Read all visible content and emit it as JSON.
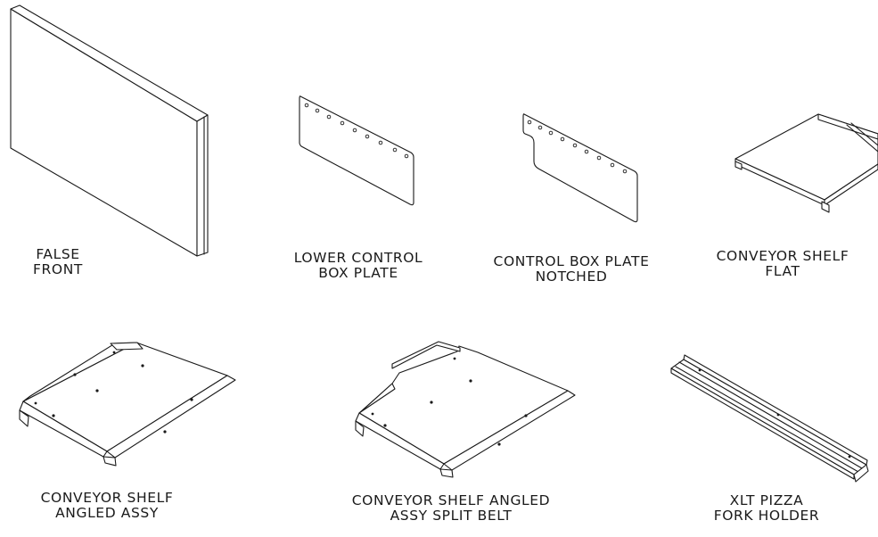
{
  "parts": [
    {
      "id": "false-front",
      "label": [
        "FALSE",
        "FRONT"
      ]
    },
    {
      "id": "lower-control-box-plate",
      "label": [
        "LOWER CONTROL",
        "BOX PLATE"
      ]
    },
    {
      "id": "control-box-plate-notched",
      "label": [
        "CONTROL BOX PLATE",
        "NOTCHED"
      ]
    },
    {
      "id": "conveyor-shelf-flat",
      "label": [
        "CONVEYOR SHELF",
        "FLAT"
      ]
    },
    {
      "id": "conveyor-shelf-angled-assy",
      "label": [
        "CONVEYOR SHELF",
        "ANGLED ASSY"
      ]
    },
    {
      "id": "conveyor-shelf-angled-assy-split-belt",
      "label": [
        "CONVEYOR SHELF ANGLED",
        "ASSY SPLIT BELT"
      ]
    },
    {
      "id": "xlt-pizza-fork-holder",
      "label": [
        "XLT PIZZA",
        "FORK HOLDER"
      ]
    }
  ]
}
